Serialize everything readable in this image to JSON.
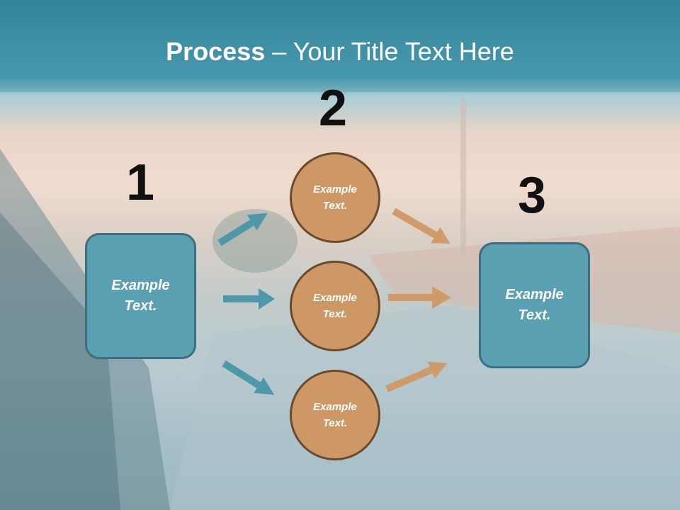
{
  "slide": {
    "title_bold": "Process",
    "title_rest": " – Your Title Text Here",
    "steps": [
      {
        "number": "1",
        "label_line1": "Example",
        "label_line2": "Text."
      },
      {
        "number": "2"
      },
      {
        "number": "3",
        "label_line1": "Example",
        "label_line2": "Text."
      }
    ],
    "circles": [
      {
        "label_line1": "Example",
        "label_line2": "Text."
      },
      {
        "label_line1": "Example",
        "label_line2": "Text."
      },
      {
        "label_line1": "Example",
        "label_line2": "Text."
      }
    ]
  },
  "colors": {
    "box_fill": "#5a9fb2",
    "circle_fill": "#cd9866",
    "blue_arrow": "#4f97aa",
    "orange_arrow": "#d09b6b"
  }
}
